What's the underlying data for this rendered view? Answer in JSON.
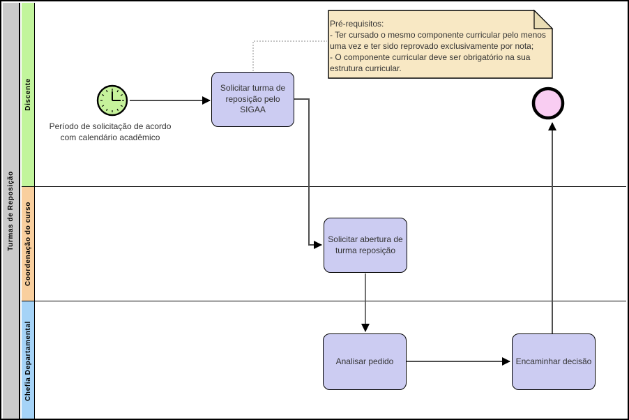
{
  "pool": {
    "label": "Turmas de Reposição"
  },
  "lanes": [
    {
      "label": "Discente",
      "color": "#c2f59c"
    },
    {
      "label": "Coordenação do curso",
      "color": "#f9cf9e"
    },
    {
      "label": "Chefia Departamental",
      "color": "#a5d3f7"
    }
  ],
  "events": {
    "timer_start": {
      "label_line1": "Período de solicitação de acordo",
      "label_line2": "com calendário acadêmico"
    }
  },
  "tasks": {
    "solicitar_turma": {
      "label": "Solicitar turma de reposição pelo SIGAA"
    },
    "solicitar_abertura": {
      "label": "Solicitar abertura de turma reposição"
    },
    "analisar_pedido": {
      "label": "Analisar pedido"
    },
    "encaminhar_decisao": {
      "label": "Encaminhar decisão"
    }
  },
  "note": {
    "title": "Pré-requisitos:",
    "items": [
      "-  Ter cursado o mesmo componente curricular pelo menos uma vez e ter sido reprovado exclusivamente por nota;",
      "- O componente curricular deve ser obrigatório na sua estrutura curricular."
    ]
  },
  "colors": {
    "pool_header": "#cbcbcb",
    "lane_discente": "#c2f59c",
    "lane_coordenacao": "#f9cf9e",
    "lane_chefia": "#a5d3f7",
    "task_fill": "#ccccf2",
    "note_fill": "#f8e8c4",
    "note_fold": "#eaddb4",
    "timer_fill": "#c6f29b",
    "end_event_fill": "#f9cdf2",
    "connector": "#4d4d4d"
  }
}
